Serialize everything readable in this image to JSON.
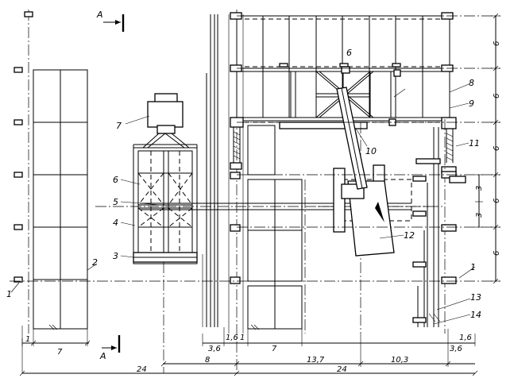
{
  "section_mark": "А",
  "callouts": [
    "1",
    "2",
    "3",
    "4",
    "5",
    "6",
    "7",
    "8",
    "9",
    "10",
    "11",
    "12",
    "13",
    "14",
    "6",
    "1"
  ],
  "dims_bottom": [
    "1",
    "7",
    "24",
    "8",
    "3,6",
    "1,6",
    "1",
    "7",
    "13,7",
    "24",
    "10,3",
    "3,6",
    "1,6"
  ],
  "dims_right": [
    "6",
    "6",
    "6",
    "6",
    "6",
    "3",
    "3"
  ]
}
